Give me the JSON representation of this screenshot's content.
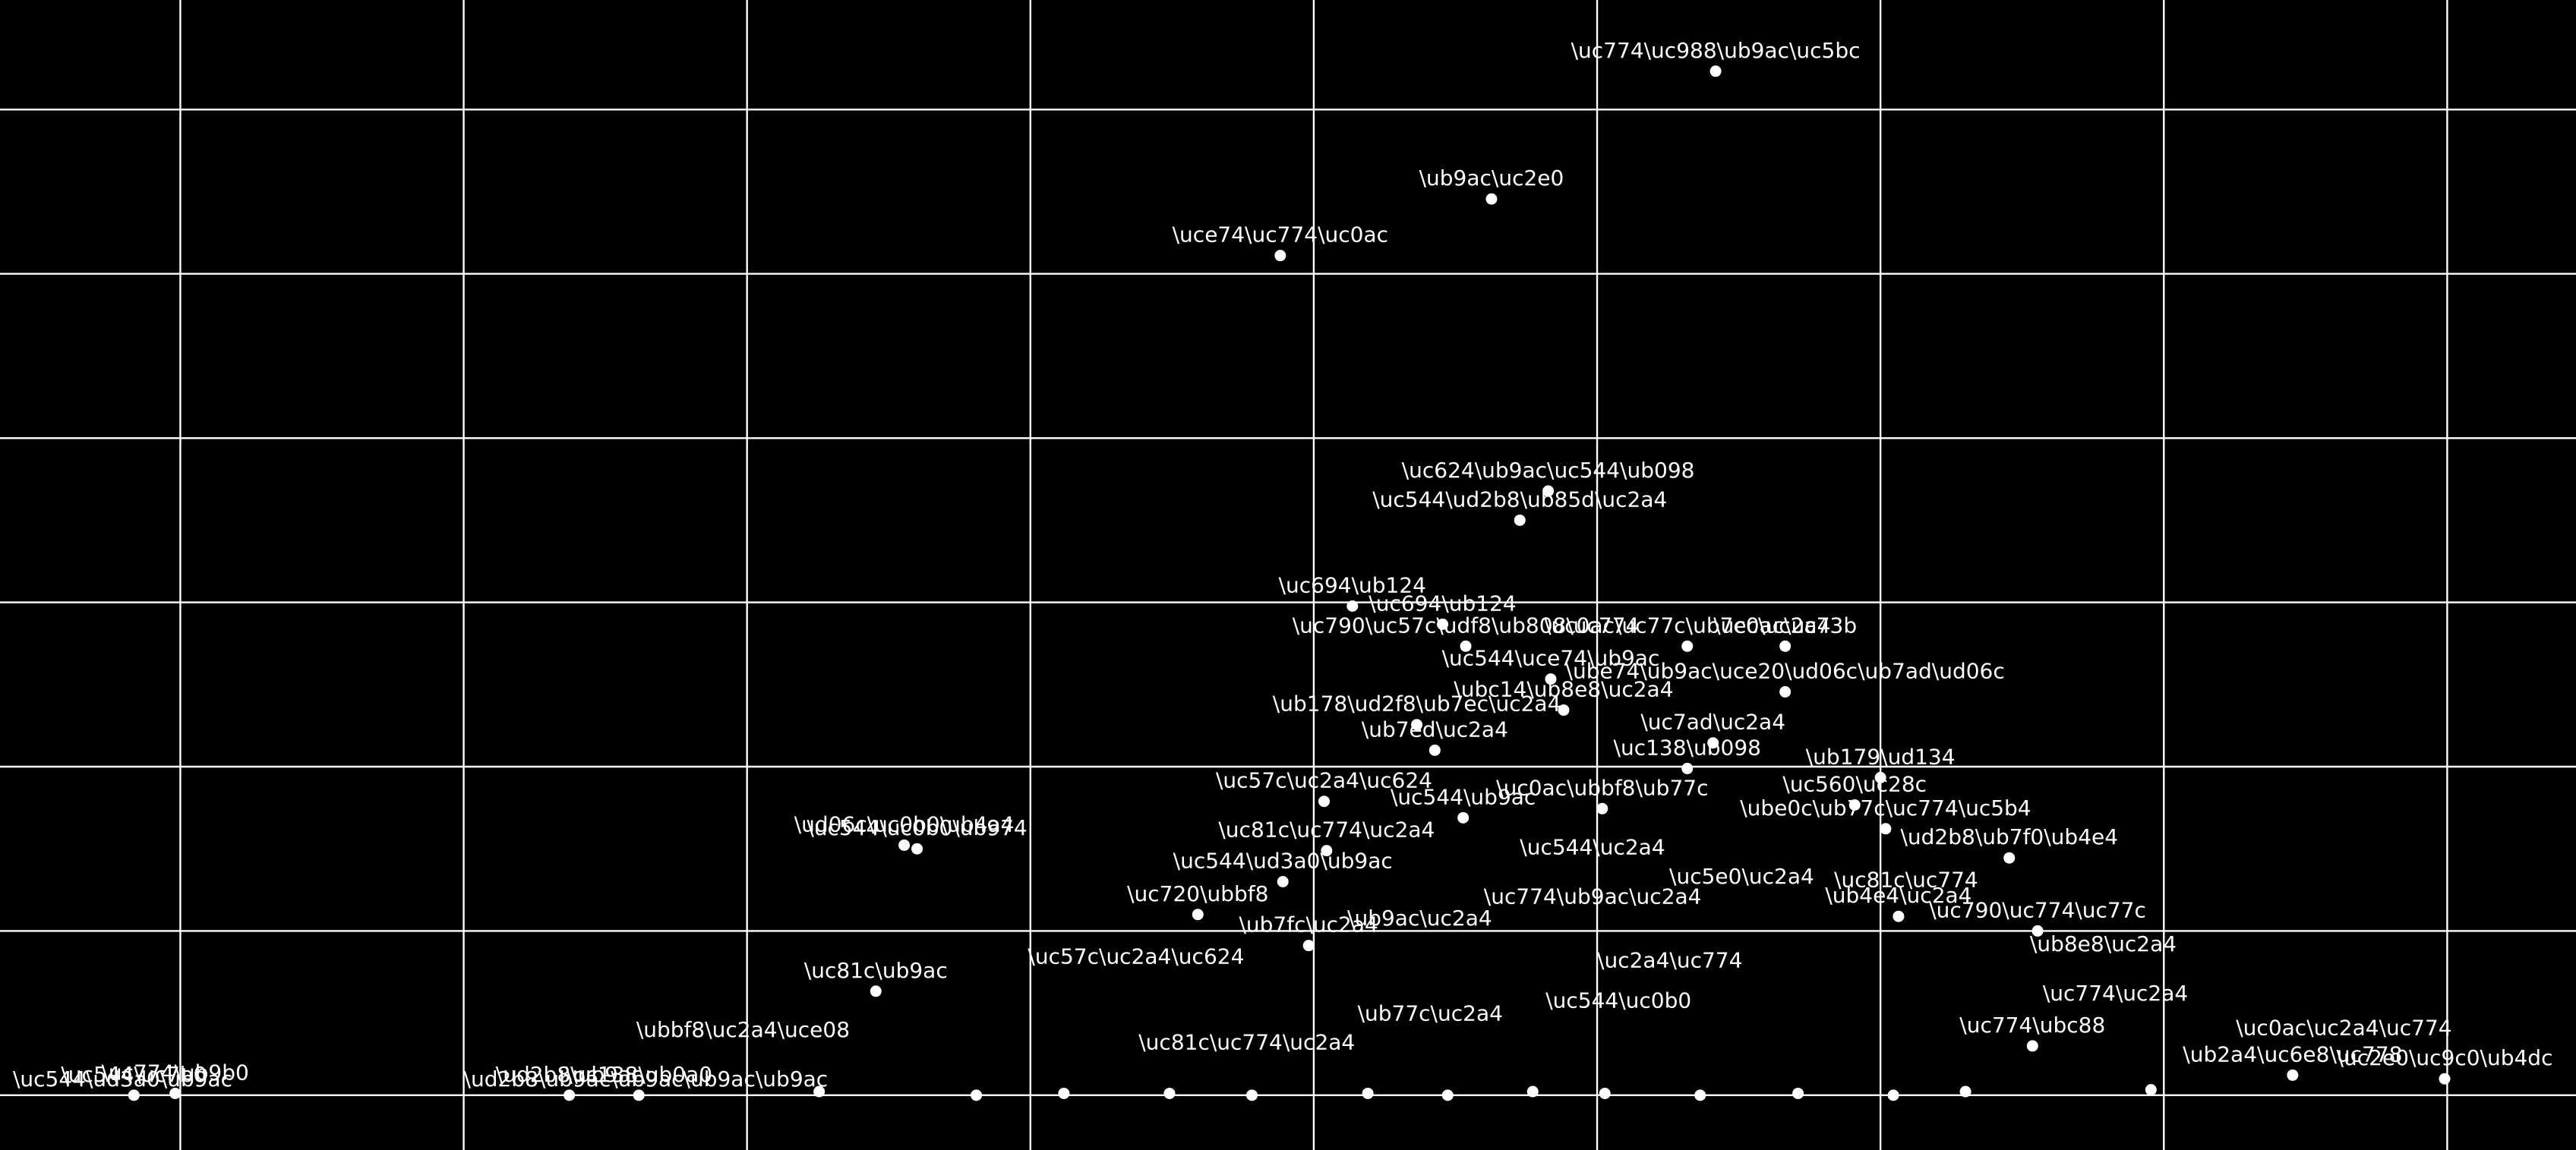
{
  "chart_data": {
    "type": "scatter",
    "title": "",
    "xlabel": "",
    "ylabel": "",
    "xlim": [
      0,
      100
    ],
    "ylim": [
      -2,
      61
    ],
    "x_grid": [
      7,
      18,
      29,
      40,
      51,
      62,
      73,
      84,
      95
    ],
    "y_grid": [
      1,
      10,
      19,
      28,
      37,
      46,
      55
    ],
    "grid": true,
    "legend": "none",
    "point_color": "#ffffff",
    "background": "#000000",
    "points": [
      {
        "x": 66.6,
        "y": 57.1,
        "label": "\\uc774\\uc988\\ub9ac\\uc5bc"
      },
      {
        "x": 57.9,
        "y": 50.1,
        "label": "\\ub9ac\\uc2e0"
      },
      {
        "x": 49.7,
        "y": 47.0,
        "label": "\\uce74\\uc774\\uc0ac"
      },
      {
        "x": 60.1,
        "y": 34.1,
        "label": "\\uc624\\ub9ac\\uc544\\ub098"
      },
      {
        "x": 59.0,
        "y": 32.5,
        "label": "\\uc544\\ud2b8\\ub85d\\uc2a4"
      },
      {
        "x": 52.5,
        "y": 27.8,
        "label": "\\uc694\\ub124"
      },
      {
        "x": 56.0,
        "y": 26.8,
        "label": "\\uc694\\ub124"
      },
      {
        "x": 56.9,
        "y": 25.6,
        "label": "\\uc790\\uc57c\\udf8\\ub808\\uc774"
      },
      {
        "x": 65.5,
        "y": 25.6,
        "label": "\\uc0ac\\uc77c\\ub7ec\\uc2a4"
      },
      {
        "x": 69.3,
        "y": 25.6,
        "label": "\\uc0ac\\uc73b"
      },
      {
        "x": 60.2,
        "y": 23.8,
        "label": "\\uc544\\uce74\\ub9ac"
      },
      {
        "x": 69.3,
        "y": 23.1,
        "label": "\\ube74\\ub9ac\\uce20\\ud06c\\ub7ad\\ud06c"
      },
      {
        "x": 60.7,
        "y": 22.1,
        "label": "\\ubc14\\ub8e8\\uc2a4"
      },
      {
        "x": 55.0,
        "y": 21.3,
        "label": "\\ub178\\ud2f8\\ub7ec\\uc2a4"
      },
      {
        "x": 55.7,
        "y": 19.9,
        "label": "\\ub7ed\\uc2a4"
      },
      {
        "x": 66.5,
        "y": 20.3,
        "label": "\\uc7ad\\uc2a4"
      },
      {
        "x": 65.5,
        "y": 18.9,
        "label": "\\uc138\\ub098"
      },
      {
        "x": 73.0,
        "y": 18.4,
        "label": "\\ub179\\ud134"
      },
      {
        "x": 51.4,
        "y": 17.1,
        "label": "\\uc57c\\uc2a4\\uc624"
      },
      {
        "x": 62.2,
        "y": 16.7,
        "label": "\\uc0ac\\ubbf8\\ub77c"
      },
      {
        "x": 72.0,
        "y": 16.9,
        "label": "\\uc560\\uc28c"
      },
      {
        "x": 56.8,
        "y": 16.2,
        "label": "\\uc544\\ub9ac"
      },
      {
        "x": 51.5,
        "y": 14.4,
        "label": "\\uc81c\\uc774\\uc2a4"
      },
      {
        "x": 35.1,
        "y": 14.7,
        "label": "\\ud06c\\uc0b0\\ub4a4"
      },
      {
        "x": 35.6,
        "y": 14.5,
        "label": "\\uc544\\uc0b0\\ub974"
      },
      {
        "x": 73.2,
        "y": 15.6,
        "label": "\\ube0c\\ub77c\\uc774\\uc5b4"
      },
      {
        "x": 78.0,
        "y": 14.0,
        "label": "\\ud2b8\\ub7f0\\ub4e4"
      },
      {
        "x": 49.8,
        "y": 12.7,
        "label": "\\uc544\\ud3a0\\ub9ac"
      },
      {
        "x": 46.5,
        "y": 10.9,
        "label": "\\uc720\\ubbf8"
      },
      {
        "x": 50.8,
        "y": 9.2,
        "label": "\\ub7fc\\uc2a4"
      },
      {
        "x": 73.7,
        "y": 10.8,
        "label": "\\ub4e4\\uc2a4"
      },
      {
        "x": 79.1,
        "y": 10.0,
        "label": "\\uc790\\uc774\\uc77c"
      },
      {
        "x": 34.0,
        "y": 6.7,
        "label": "\\uc81c\\ub9ac"
      },
      {
        "x": 78.9,
        "y": 3.7,
        "label": "\\uc774\\ubc88"
      },
      {
        "x": 89.0,
        "y": 2.1,
        "label": "\\ub2a4\\uc6e8\\uc778"
      },
      {
        "x": 94.9,
        "y": 1.9,
        "label": "\\uc2e0\\uc9c0\\ub4dc"
      },
      {
        "x": 5.2,
        "y": 1.0,
        "label": "\\uc544\\uc7b0"
      },
      {
        "x": 6.8,
        "y": 1.1,
        "label": "\\uc774\\ub9b0"
      },
      {
        "x": 22.1,
        "y": 1.0,
        "label": "\\ud2b8\\ub9ac"
      },
      {
        "x": 24.8,
        "y": 1.0,
        "label": "\\uc138\\ub0a0"
      },
      {
        "x": 31.8,
        "y": 1.2,
        "label": ""
      },
      {
        "x": 37.9,
        "y": 1.0,
        "label": ""
      },
      {
        "x": 41.3,
        "y": 1.1,
        "label": ""
      },
      {
        "x": 45.4,
        "y": 1.1,
        "label": ""
      },
      {
        "x": 48.6,
        "y": 1.0,
        "label": ""
      },
      {
        "x": 53.1,
        "y": 1.1,
        "label": ""
      },
      {
        "x": 56.2,
        "y": 1.0,
        "label": ""
      },
      {
        "x": 59.5,
        "y": 1.2,
        "label": ""
      },
      {
        "x": 62.3,
        "y": 1.1,
        "label": ""
      },
      {
        "x": 66.0,
        "y": 1.0,
        "label": ""
      },
      {
        "x": 69.8,
        "y": 1.1,
        "label": ""
      },
      {
        "x": 73.5,
        "y": 1.0,
        "label": ""
      },
      {
        "x": 76.3,
        "y": 1.2,
        "label": ""
      },
      {
        "x": 83.5,
        "y": 1.3,
        "label": ""
      }
    ],
    "annotations": [
      {
        "text": "\\uc544\\ud3a0\\ub9ac",
        "x": 0.5,
        "y": 1.5
      },
      {
        "text": "\\ud2b8\\ub9ac\\ub9ac\\ub9ac\\ub9ac",
        "x": 18.0,
        "y": 1.5
      },
      {
        "text": "\\uc57c\\uc2a4\\uc624",
        "x": 39.9,
        "y": 8.2
      },
      {
        "text": "\\ubbf8\\uc2a4\\uce08",
        "x": 24.7,
        "y": 4.2
      },
      {
        "text": "\\uc81c\\uc774\\uc2a4",
        "x": 44.2,
        "y": 3.5
      },
      {
        "text": "\\uc0ac\\uc2a4\\uc774",
        "x": 86.8,
        "y": 4.3
      },
      {
        "text": "\\uc774\\uc2a4",
        "x": 79.3,
        "y": 6.2
      },
      {
        "text": "\\ub8e8\\uc2a4",
        "x": 78.8,
        "y": 8.9
      },
      {
        "text": "\\uc81c\\uc774",
        "x": 71.2,
        "y": 12.4
      },
      {
        "text": "\\uc544\\uc2a4",
        "x": 59.0,
        "y": 14.2
      },
      {
        "text": "\\uc774\\ub9ac\\uc2a4",
        "x": 57.6,
        "y": 11.5
      },
      {
        "text": "\\ub9ac\\uc2a4",
        "x": 52.3,
        "y": 10.3
      },
      {
        "text": "\\uc5e0\\uc2a4",
        "x": 64.8,
        "y": 12.6
      },
      {
        "text": "\\uc2a4\\uc774",
        "x": 62.0,
        "y": 8.0
      },
      {
        "text": "\\uc544\\uc0b0",
        "x": 60.0,
        "y": 5.8
      },
      {
        "text": "\\ub77c\\uc2a4",
        "x": 52.7,
        "y": 5.1
      }
    ]
  }
}
